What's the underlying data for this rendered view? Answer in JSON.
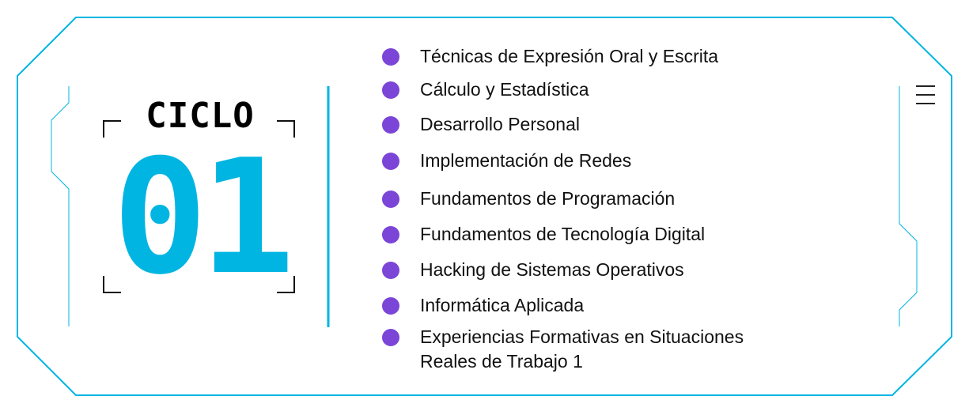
{
  "cycle": {
    "label": "CICLO",
    "number": "01"
  },
  "courses": [
    [
      "Técnicas de Expresión Oral y Escrita"
    ],
    [
      "Cálculo y Estadística"
    ],
    [
      "Desarrollo Personal"
    ],
    [
      "Implementación de Redes"
    ],
    [
      "Fundamentos de Programación"
    ],
    [
      "Fundamentos de Tecnología Digital"
    ],
    [
      "Hacking de Sistemas Operativos"
    ],
    [
      "Informática Aplicada"
    ],
    [
      "Experiencias Formativas en Situaciones",
      "Reales de Trabajo 1"
    ]
  ],
  "colors": {
    "accent": "#00b5e2",
    "bullet": "#7b45d8"
  },
  "icons": {
    "menu": "menu-icon"
  }
}
